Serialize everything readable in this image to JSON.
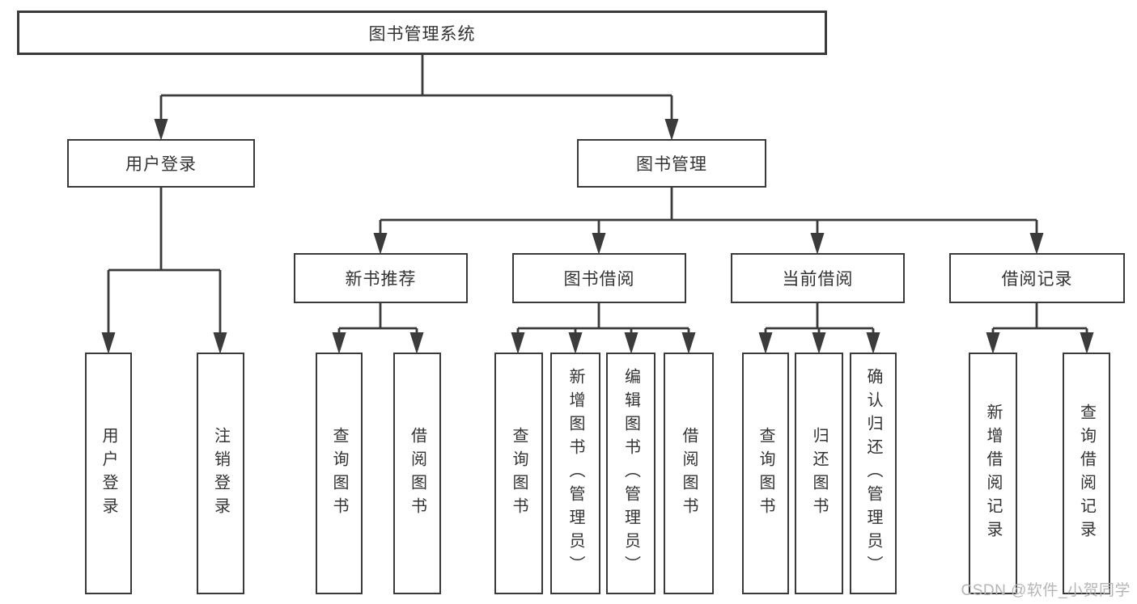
{
  "diagram": {
    "root": {
      "label": "图书管理系统"
    },
    "branches": [
      {
        "label": "用户登录",
        "children": [
          {
            "label": "用户登录"
          },
          {
            "label": "注销登录"
          }
        ]
      },
      {
        "label": "图书管理",
        "modules": [
          {
            "label": "新书推荐",
            "children": [
              {
                "label": "查询图书"
              },
              {
                "label": "借阅图书"
              }
            ]
          },
          {
            "label": "图书借阅",
            "children": [
              {
                "label": "查询图书"
              },
              {
                "label": "新增图书（管理员）"
              },
              {
                "label": "编辑图书（管理员）"
              },
              {
                "label": "借阅图书"
              }
            ]
          },
          {
            "label": "当前借阅",
            "children": [
              {
                "label": "查询图书"
              },
              {
                "label": "归还图书"
              },
              {
                "label": "确认归还（管理员）"
              }
            ]
          },
          {
            "label": "借阅记录",
            "children": [
              {
                "label": "新增借阅记录"
              },
              {
                "label": "查询借阅记录"
              }
            ]
          }
        ]
      }
    ]
  },
  "watermark": {
    "text": "CSDN @软件_小贺同学"
  }
}
